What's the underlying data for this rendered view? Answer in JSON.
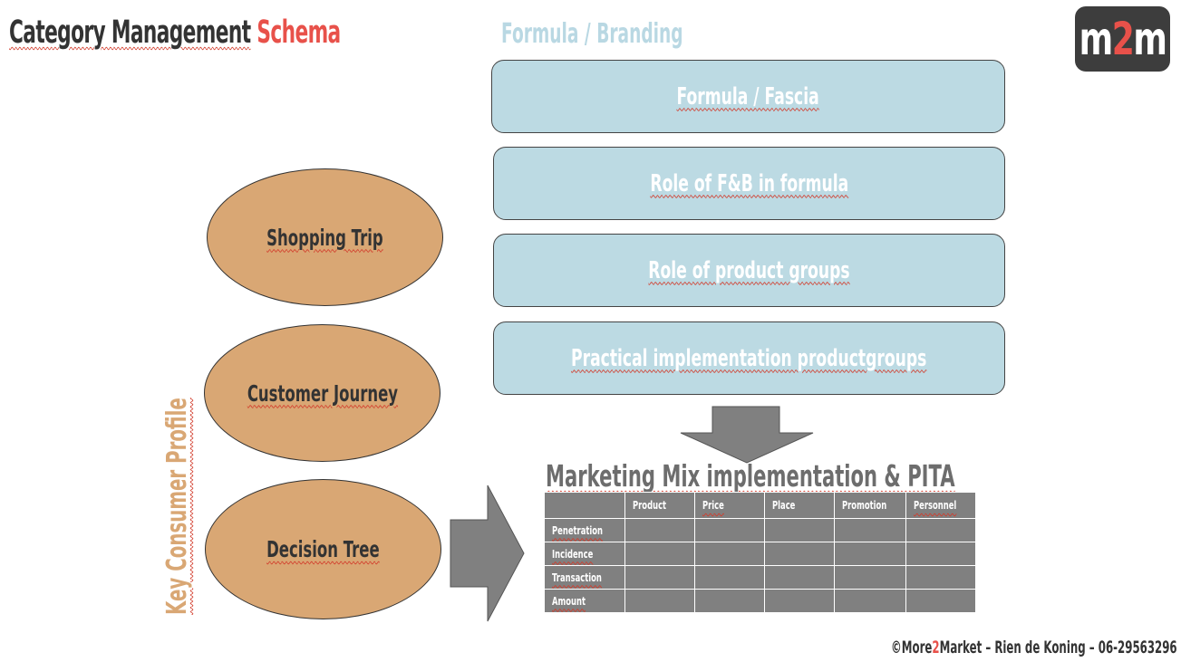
{
  "title": {
    "part1": "Category Management",
    "part2": "Schema"
  },
  "branding_header": "Formula / Branding",
  "logo": {
    "m1": "m",
    "two": "2",
    "m2": "m"
  },
  "formula_boxes": [
    "Formula / Fascia",
    "Role of F&B in formula",
    "Role of product groups",
    "Practical implementation productgroups"
  ],
  "ovals": [
    "Shopping Trip",
    "Customer Journey",
    "Decision Tree"
  ],
  "vertical_label": "Key Consumer Profile",
  "marketing_mix": {
    "heading": "Marketing Mix implementation & PITA",
    "columns": [
      "",
      "Product",
      "Price",
      "Place",
      "Promotion",
      "Personnel"
    ],
    "rows": [
      "Penetration",
      "Incidence",
      "Transaction",
      "Amount"
    ]
  },
  "footer": {
    "prefix": "©More",
    "two": "2",
    "suffix": "Market – Rien de Koning – 06-29563296"
  },
  "colors": {
    "accent": "#e8514a",
    "box_blue": "#bcdae3",
    "oval_tan": "#d9a774",
    "table_grey": "#808080"
  }
}
